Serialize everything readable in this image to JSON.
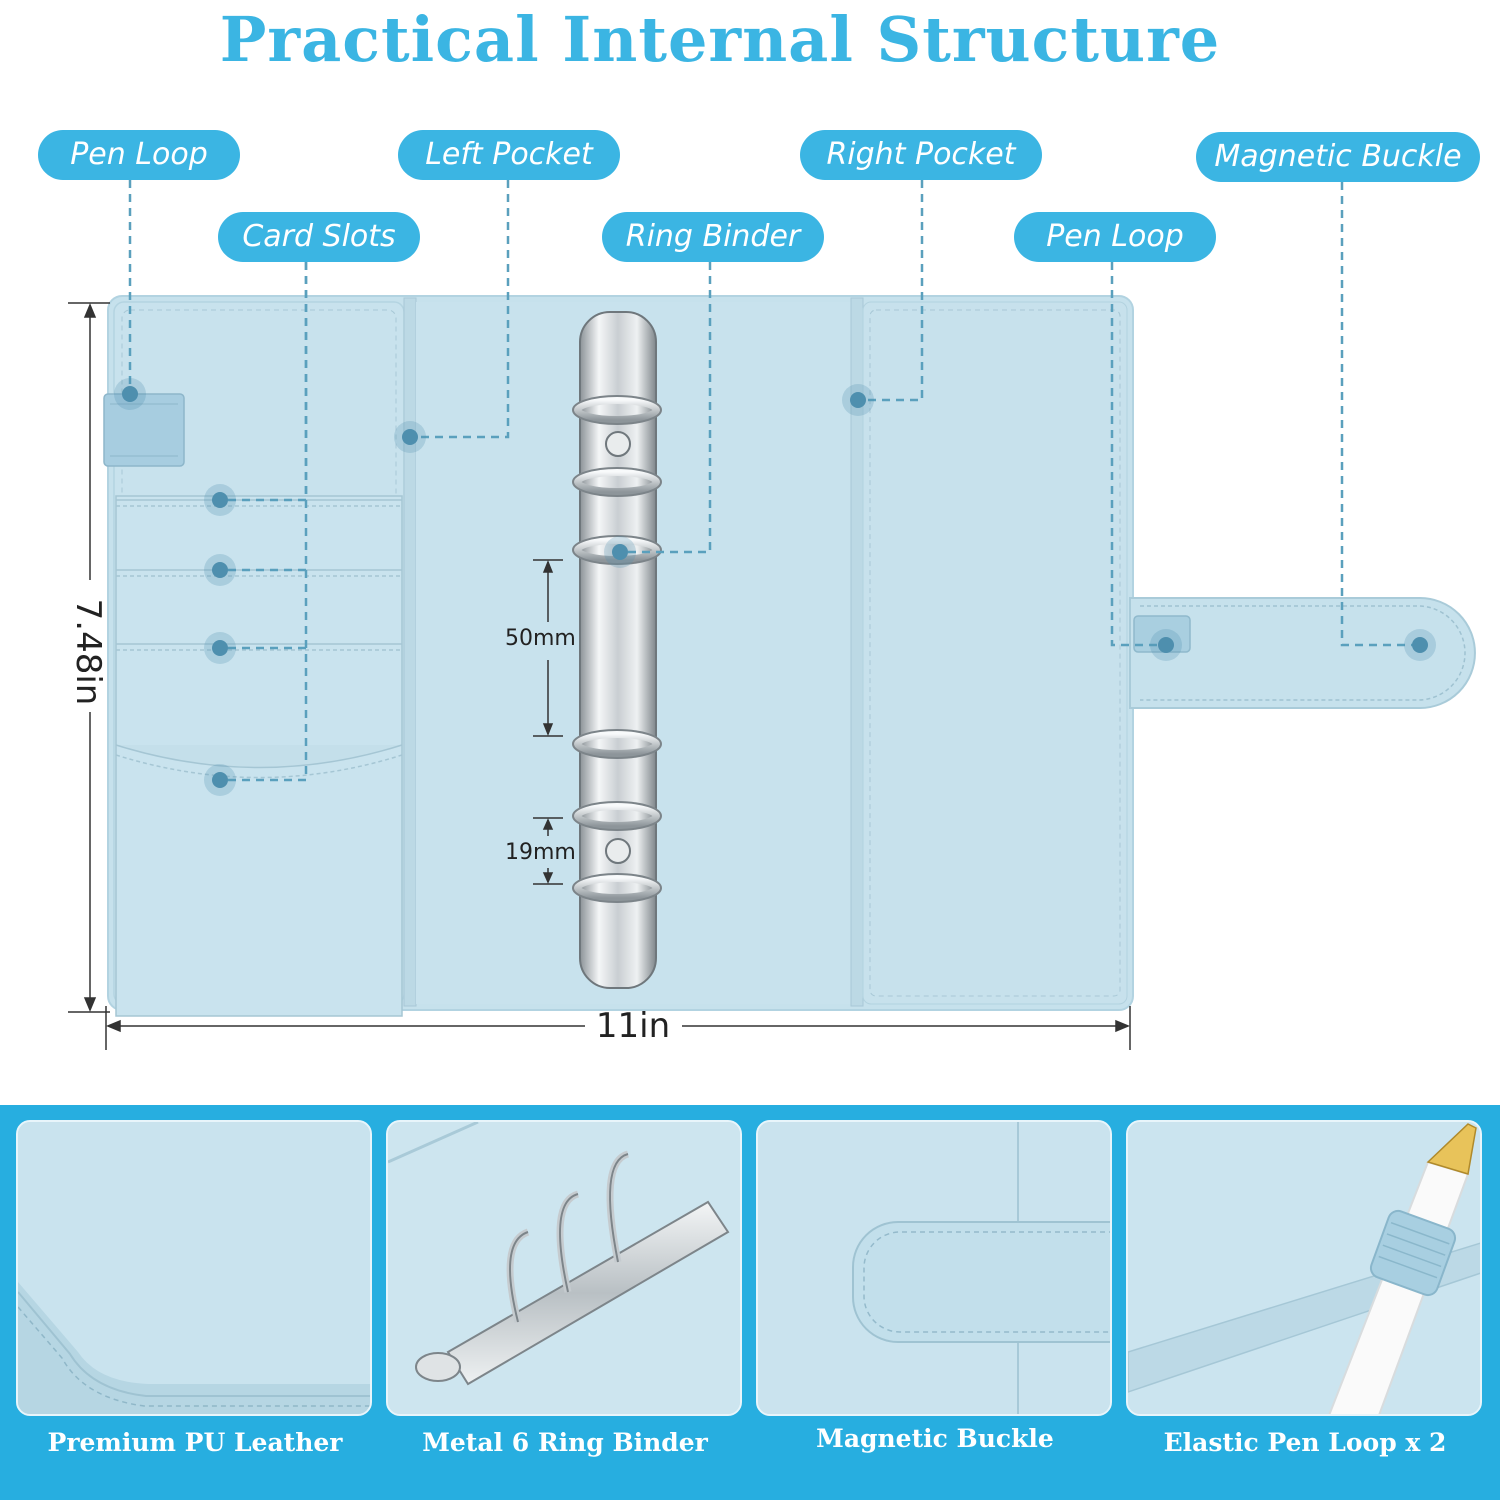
{
  "title": "Practical Internal Structure",
  "callouts": {
    "pen_loop_left": "Pen Loop",
    "left_pocket": "Left Pocket",
    "right_pocket": "Right Pocket",
    "magnetic_buckle": "Magnetic Buckle",
    "card_slots": "Card Slots",
    "ring_binder": "Ring Binder",
    "pen_loop_right": "Pen Loop"
  },
  "dimensions": {
    "height": "7.48in",
    "width": "11in",
    "ring_spacing_large": "50mm",
    "ring_spacing_small": "19mm"
  },
  "features": [
    {
      "label": "Premium PU Leather"
    },
    {
      "label": "Metal 6 Ring Binder"
    },
    {
      "label": "Magnetic Buckle"
    },
    {
      "label": "Elastic Pen Loop x 2"
    }
  ],
  "colors": {
    "accent": "#3bb5e3",
    "strip": "#27aee0",
    "leather": "#c6e1ec",
    "leather_dark": "#b2d3e1",
    "metal": "#d9dde0"
  }
}
